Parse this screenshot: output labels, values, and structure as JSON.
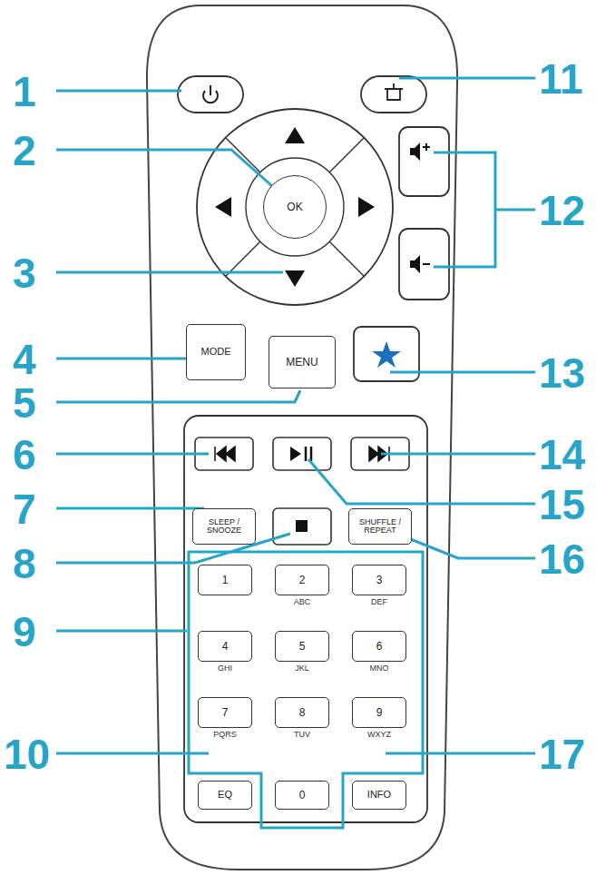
{
  "diagram": {
    "nodes": [
      {
        "text": [
          "OK"
        ]
      },
      {
        "text": [
          "MODE"
        ]
      },
      {
        "text": [
          "MENU"
        ]
      },
      {
        "text": [
          "SLEEP / SNOOZE"
        ]
      },
      {
        "text": [
          "SHUFFLE / REPEAT"
        ]
      },
      {
        "text": [
          "1"
        ]
      },
      {
        "text": [
          "2",
          "ABC"
        ]
      },
      {
        "text": [
          "3",
          "DEF"
        ]
      },
      {
        "text": [
          "4",
          "GHI"
        ]
      },
      {
        "text": [
          "5",
          "JKL"
        ]
      },
      {
        "text": [
          "6",
          "MNO"
        ]
      },
      {
        "text": [
          "7",
          "PQRS"
        ]
      },
      {
        "text": [
          "8",
          "TUV"
        ]
      },
      {
        "text": [
          "9",
          "WXYZ"
        ]
      },
      {
        "text": [
          "EQ"
        ]
      },
      {
        "text": [
          "0"
        ]
      },
      {
        "text": [
          "INFO"
        ]
      }
    ],
    "labels": [
      "1",
      "2",
      "3",
      "4",
      "5",
      "6",
      "7",
      "8",
      "9",
      "10",
      "11",
      "12",
      "13",
      "14",
      "15",
      "16",
      "17"
    ]
  }
}
